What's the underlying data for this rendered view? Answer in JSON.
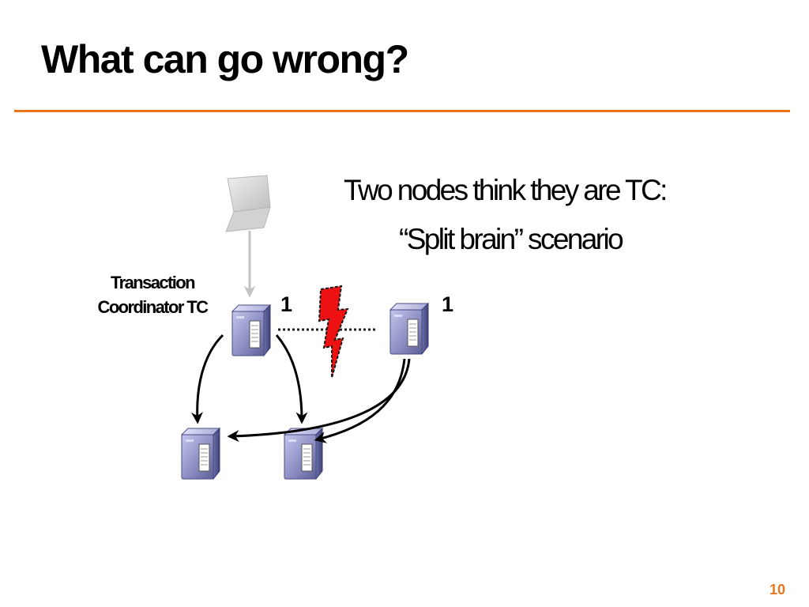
{
  "slide": {
    "title": "What can go wrong?",
    "heading_line1": "Two nodes think they are TC:",
    "heading_line2": "“Split brain” scenario",
    "tc_label_line1": "Transaction",
    "tc_label_line2": "Coordinator TC",
    "left_tc_count": "1",
    "right_tc_count": "1",
    "page_number": "10"
  },
  "colors": {
    "accent": "#e8751a",
    "server_body": "#8e90c2",
    "lightning": "#ee1111"
  },
  "icons": {
    "client": "laptop-icon",
    "server": "server-icon",
    "partition": "lightning-bolt-icon"
  }
}
